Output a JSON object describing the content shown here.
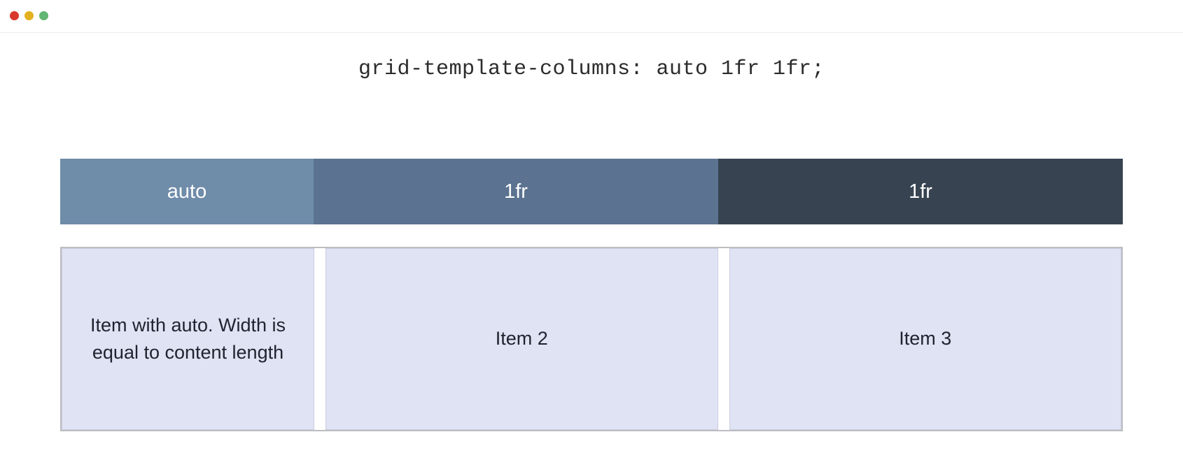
{
  "window": {
    "traffic_lights": [
      {
        "name": "close",
        "color": "#d8392c"
      },
      {
        "name": "minimize",
        "color": "#e3b11f"
      },
      {
        "name": "maximize",
        "color": "#62b572"
      }
    ]
  },
  "page": {
    "code_title": "grid-template-columns: auto 1fr 1fr;"
  },
  "track_bar": {
    "tracks": [
      {
        "label": "auto",
        "color": "#6f8ca9"
      },
      {
        "label": "1fr",
        "color": "#5b7390"
      },
      {
        "label": "1fr",
        "color": "#374351"
      }
    ]
  },
  "grid": {
    "border_color": "#bdbdc2",
    "item_background": "#dfe3f3",
    "item_border": "#c9cde0",
    "items": [
      {
        "label": "Item with auto. Width is equal to content length"
      },
      {
        "label": "Item 2"
      },
      {
        "label": "Item 3"
      }
    ]
  }
}
